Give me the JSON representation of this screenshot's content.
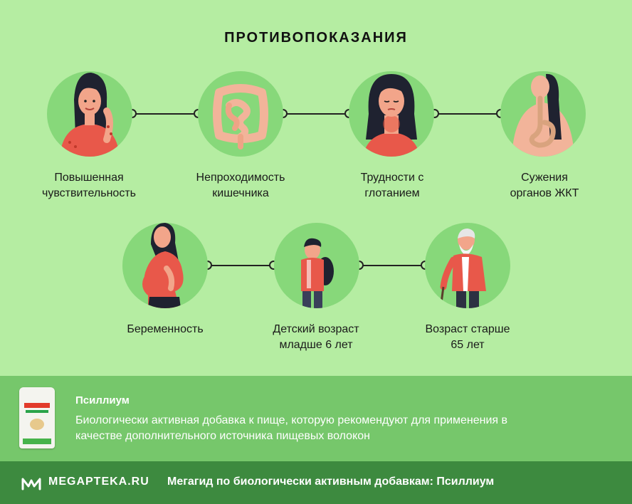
{
  "title": "ПРОТИВОПОКАЗАНИЯ",
  "row1": [
    {
      "line1": "Повышенная",
      "line2": "чувствительность",
      "icon": "itching-woman-icon"
    },
    {
      "line1": "Непроходимость",
      "line2": "кишечника",
      "icon": "intestine-icon"
    },
    {
      "line1": "Трудности с",
      "line2": "глотанием",
      "icon": "sore-throat-woman-icon"
    },
    {
      "line1": "Сужения",
      "line2": "органов ЖКТ",
      "icon": "stomach-anatomy-icon"
    }
  ],
  "row2": [
    {
      "line1": "Беременность",
      "line2": "",
      "icon": "pregnant-woman-icon"
    },
    {
      "line1": "Детский возраст",
      "line2": "младше 6 лет",
      "icon": "child-with-backpack-icon"
    },
    {
      "line1": "Возраст старше",
      "line2": "65 лет",
      "icon": "elderly-man-icon"
    }
  ],
  "product": {
    "name": "Псиллиум",
    "description": "Биологически активная добавка к пище, которую рекомендуют для применения в качестве дополнительного источника пищевых волокон"
  },
  "footer": {
    "logo": "MEGAPTEKA.RU",
    "caption": "Мегагид по биологически активным добавкам: Псиллиум"
  },
  "colors": {
    "background": "#b5eda2",
    "circle": "#87d87a",
    "product_band": "#76c76b",
    "footer": "#3d8a3f",
    "accent_red": "#e8584a"
  }
}
